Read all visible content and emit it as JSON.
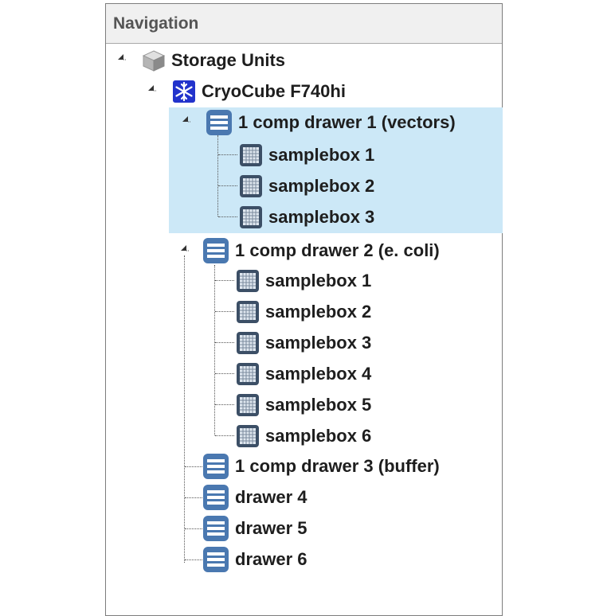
{
  "panel": {
    "title": "Navigation"
  },
  "tree": {
    "root": "Storage Units",
    "freezer": "CryoCube F740hi",
    "drawer1": {
      "label": "1 comp drawer 1 (vectors)",
      "boxes": [
        "samplebox 1",
        "samplebox 2",
        "samplebox 3"
      ]
    },
    "drawer2": {
      "label": "1 comp drawer 2 (e. coli)",
      "boxes": [
        "samplebox 1",
        "samplebox 2",
        "samplebox 3",
        "samplebox 4",
        "samplebox 5",
        "samplebox 6"
      ]
    },
    "drawer3": "1 comp drawer 3 (buffer)",
    "drawer4": "drawer 4",
    "drawer5": "drawer 5",
    "drawer6": "drawer 6"
  },
  "colors": {
    "selection": "#cce8f7",
    "drawer_icon": "#4a78b0",
    "freezer_icon": "#2233cc"
  },
  "icons": {
    "root": "storage-cube-icon",
    "freezer": "snowflake-icon",
    "drawer": "drawer-icon",
    "box": "samplebox-grid-icon",
    "expander": "expanded-triangle-icon"
  }
}
